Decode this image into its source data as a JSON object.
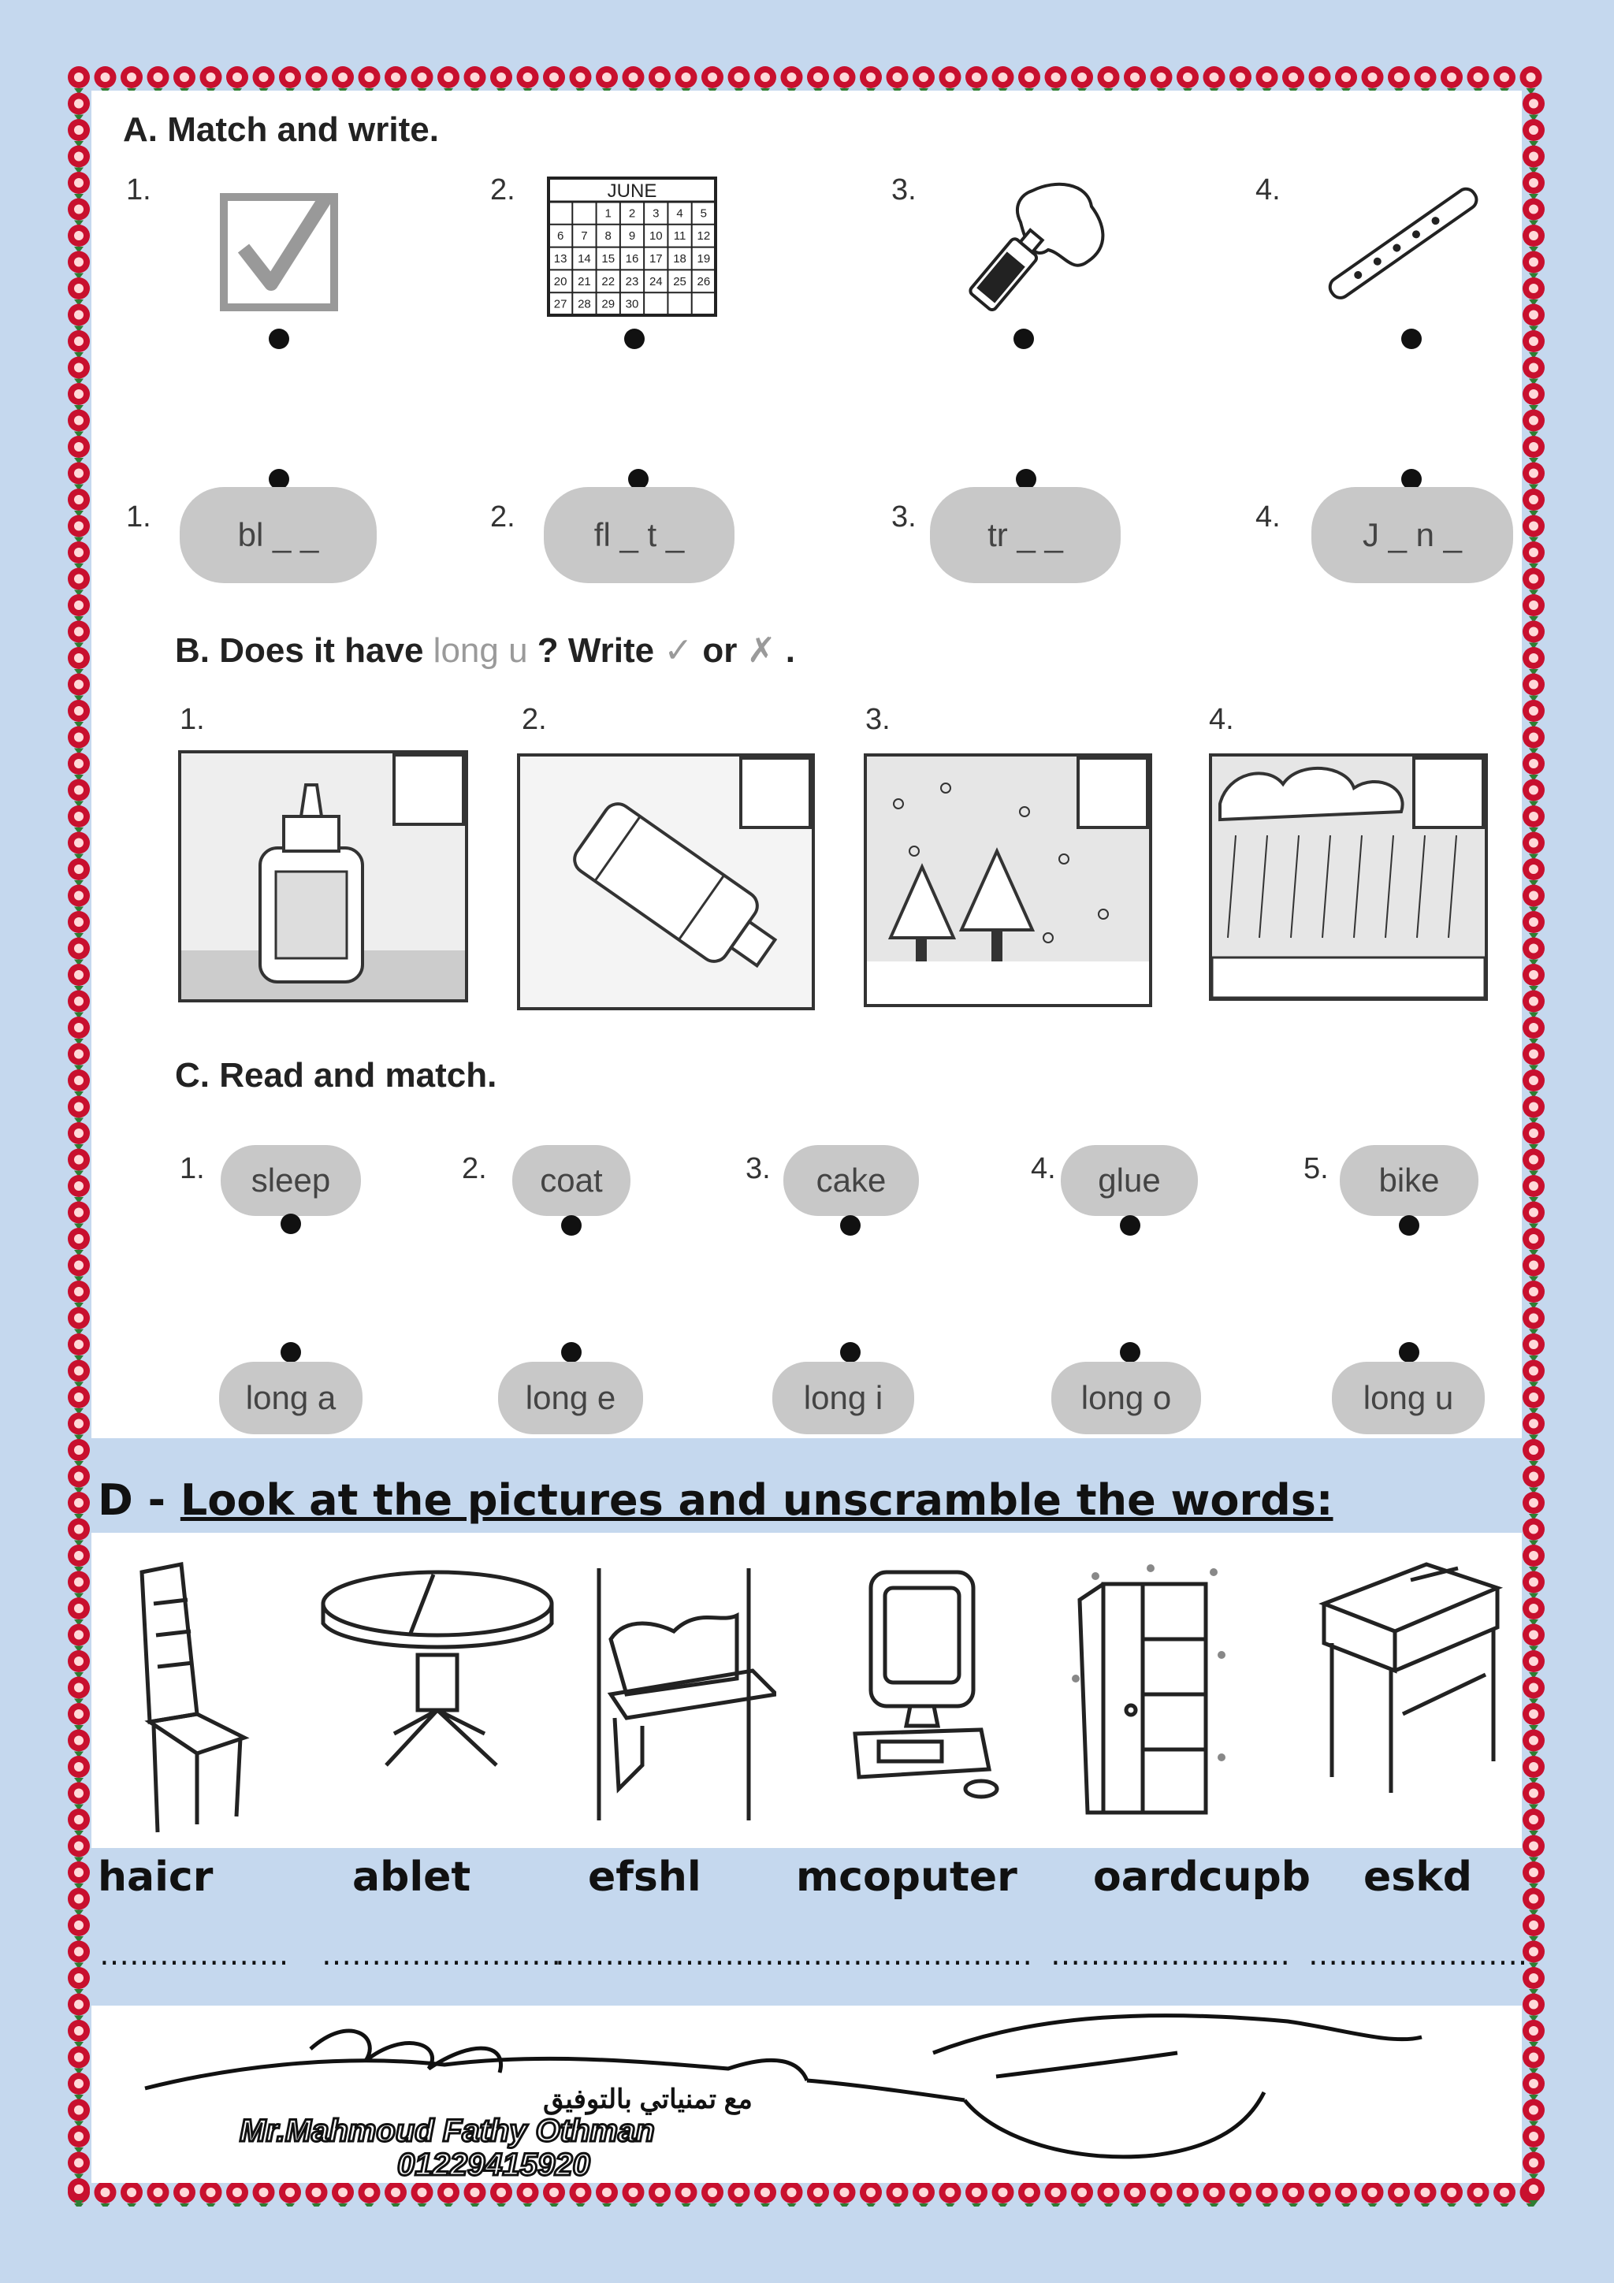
{
  "section_a": {
    "title": "A. Match and write.",
    "top_numbers": [
      "1.",
      "2.",
      "3.",
      "4."
    ],
    "calendar_month": "JUNE",
    "calendar_days": [
      "1",
      "2",
      "3",
      "4",
      "5",
      "6",
      "7",
      "8",
      "9",
      "10",
      "11",
      "12",
      "13",
      "14",
      "15",
      "16",
      "17",
      "18",
      "19",
      "20",
      "21",
      "22",
      "23",
      "24",
      "25",
      "26",
      "27",
      "28",
      "29",
      "30"
    ],
    "bottom_numbers": [
      "1.",
      "2.",
      "3.",
      "4."
    ],
    "words": [
      "bl _ _",
      "fl _ t _",
      "tr _ _",
      "J _ n _"
    ]
  },
  "section_b": {
    "title_start": "B. Does it have ",
    "title_highlight": "long u",
    "title_mid": " ? Write ",
    "check_mark": "✓",
    "title_or": " or ",
    "cross_mark": "✗",
    "title_end": " .",
    "numbers": [
      "1.",
      "2.",
      "3.",
      "4."
    ]
  },
  "section_c": {
    "title": "C. Read and match.",
    "numbers": [
      "1.",
      "2.",
      "3.",
      "4.",
      "5."
    ],
    "words": [
      "sleep",
      "coat",
      "cake",
      "glue",
      "bike"
    ],
    "sounds": [
      "long a",
      "long e",
      "long i",
      "long o",
      "long u"
    ]
  },
  "section_d": {
    "prefix": "D - ",
    "title": "Look at the pictures and unscramble the words:",
    "scrambled": [
      "haicr",
      "ablet",
      "efshl",
      "mcoputer",
      "oardcupb",
      "eskd"
    ],
    "blanks": [
      "……………….",
      "……………………",
      "……………………",
      "……………………",
      "……………………",
      "…………………."
    ]
  },
  "signature": {
    "arabic_line": "مع تمنياتي بالتوفيق",
    "name": "Mr.Mahmoud Fathy Othman",
    "phone": "01229415920"
  },
  "colors": {
    "page_background": "#c5d8ee",
    "border_red": "#c8102e",
    "border_green": "#2e7d32",
    "pill_gray": "#c8c8c8",
    "highlight_gray": "#9a9a9a"
  }
}
